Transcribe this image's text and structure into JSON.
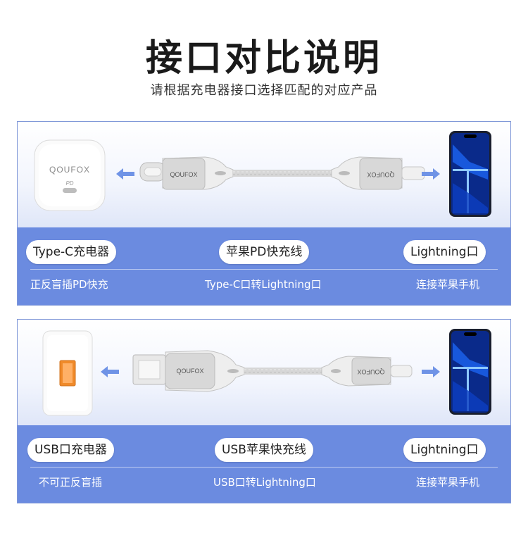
{
  "header": {
    "title": "接口对比说明",
    "subtitle": "请根据充电器接口选择匹配的对应产品"
  },
  "panels": [
    {
      "charger_brand": "QOUFOX",
      "charger_port_label": "PD",
      "cable_brand_left": "QOUFOX",
      "cable_brand_right": "QOUFOX",
      "labels": {
        "left": "Type-C充电器",
        "center": "苹果PD快充线",
        "right": "Lightning口"
      },
      "subs": {
        "left": "正反盲插PD快充",
        "center": "Type-C口转Lightning口",
        "right": "连接苹果手机"
      }
    },
    {
      "cable_brand_left": "QOUFOX",
      "cable_brand_right": "QOUFOX",
      "labels": {
        "left": "USB口充电器",
        "center": "USB苹果快充线",
        "right": "Lightning口"
      },
      "subs": {
        "left": "不可正反盲插",
        "center": "USB口转Lightning口",
        "right": "连接苹果手机"
      }
    }
  ],
  "colors": {
    "panel_blue": "#6b8be0",
    "arrow_blue": "#5f86e0",
    "usb_port_orange": "#f08a2a",
    "phone_screen": "#0a2a8a"
  }
}
